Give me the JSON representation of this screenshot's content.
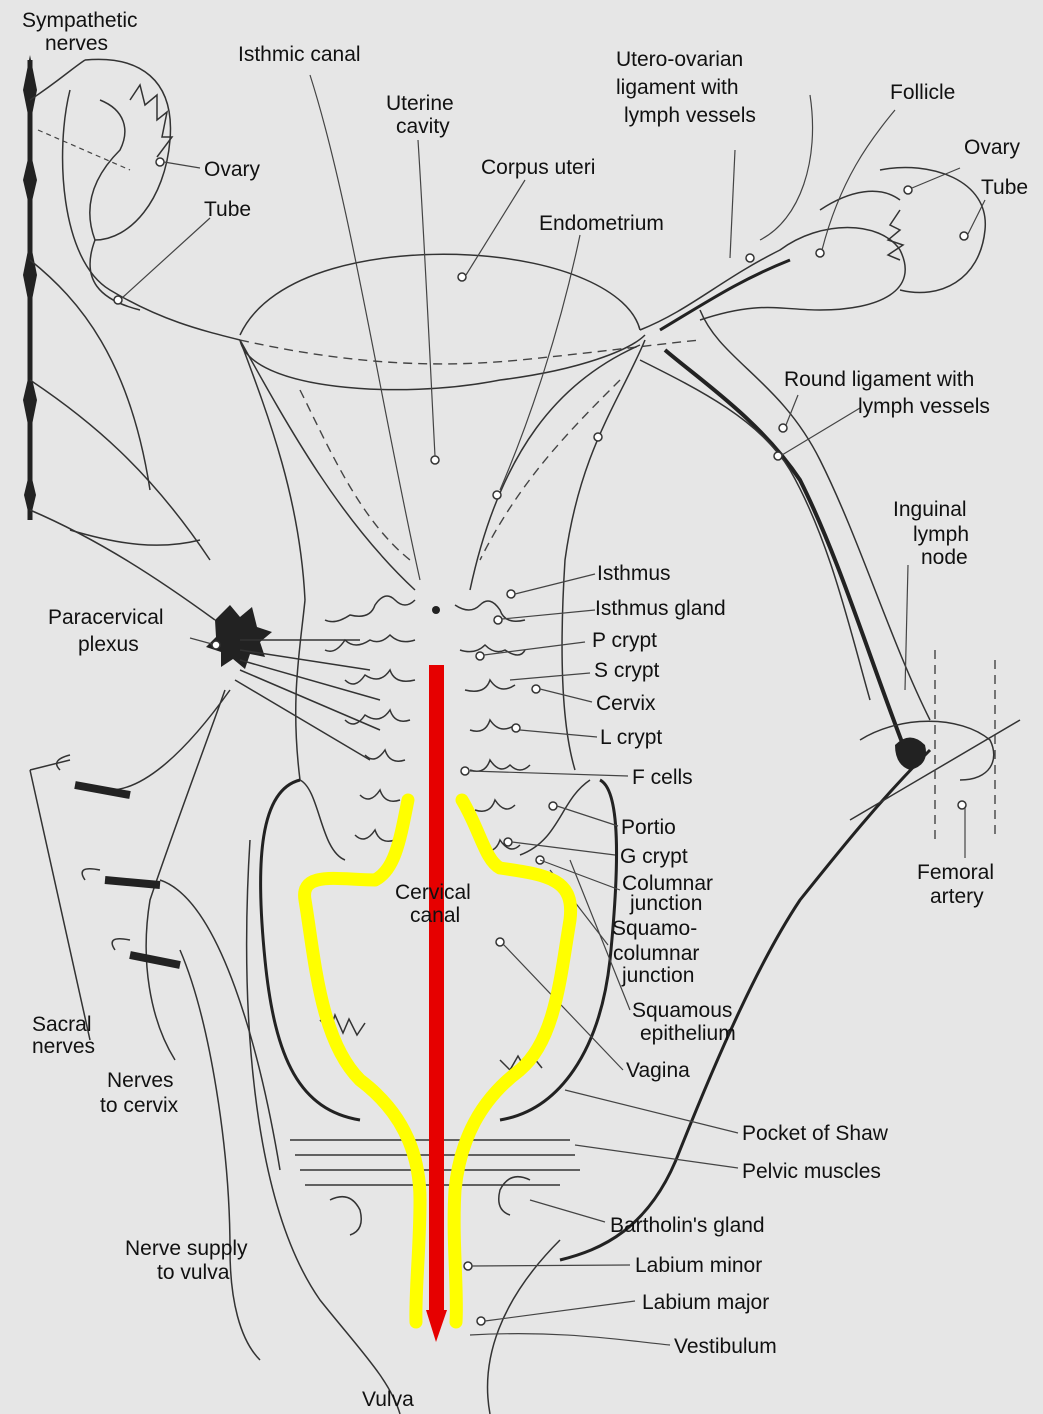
{
  "labels": {
    "sympathetic_nerves": [
      "Sympathetic",
      "nerves"
    ],
    "isthmic_canal": "Isthmic canal",
    "uterine_cavity": [
      "Uterine",
      "cavity"
    ],
    "corpus_uteri": "Corpus uteri",
    "endometrium": "Endometrium",
    "utero_ovarian_ligament": [
      "Utero-ovarian",
      "ligament with",
      "lymph vessels"
    ],
    "follicle": "Follicle",
    "ovary_right": "Ovary",
    "tube_right": "Tube",
    "ovary_left": "Ovary",
    "tube_left": "Tube",
    "round_ligament": [
      "Round ligament with",
      "lymph vessels"
    ],
    "inguinal_lymph_node": [
      "Inguinal",
      "lymph",
      "node"
    ],
    "isthmus": "Isthmus",
    "isthmus_gland": "Isthmus gland",
    "p_crypt": "P crypt",
    "s_crypt": "S crypt",
    "cervix": "Cervix",
    "l_crypt": "L crypt",
    "f_cells": "F cells",
    "portio": "Portio",
    "g_crypt": "G crypt",
    "columnar_junction": [
      "Columnar",
      "junction"
    ],
    "squamo_columnar_junction": [
      "Squamo-",
      "columnar",
      "junction"
    ],
    "squamous_epithelium": [
      "Squamous",
      "epithelium"
    ],
    "vagina": "Vagina",
    "femoral_artery": [
      "Femoral",
      "artery"
    ],
    "pocket_of_shaw": "Pocket of Shaw",
    "pelvic_muscles": "Pelvic muscles",
    "bartholins_gland": "Bartholin's gland",
    "labium_minor": "Labium minor",
    "labium_major": "Labium major",
    "vestibulum": "Vestibulum",
    "vulva": "Vulva",
    "paracervical_plexus": [
      "Paracervical",
      "plexus"
    ],
    "sacral_nerves": [
      "Sacral",
      "nerves"
    ],
    "nerves_to_cervix": [
      "Nerves",
      "to cervix"
    ],
    "nerve_supply_to_vulva": [
      "Nerve supply",
      "to vulva"
    ],
    "cervical_canal": [
      "Cervical",
      "canal"
    ]
  },
  "colors": {
    "background": "#e6e6e6",
    "overlay_arrow": "#e60000",
    "overlay_outline": "#ffff00",
    "ink": "#222222"
  }
}
